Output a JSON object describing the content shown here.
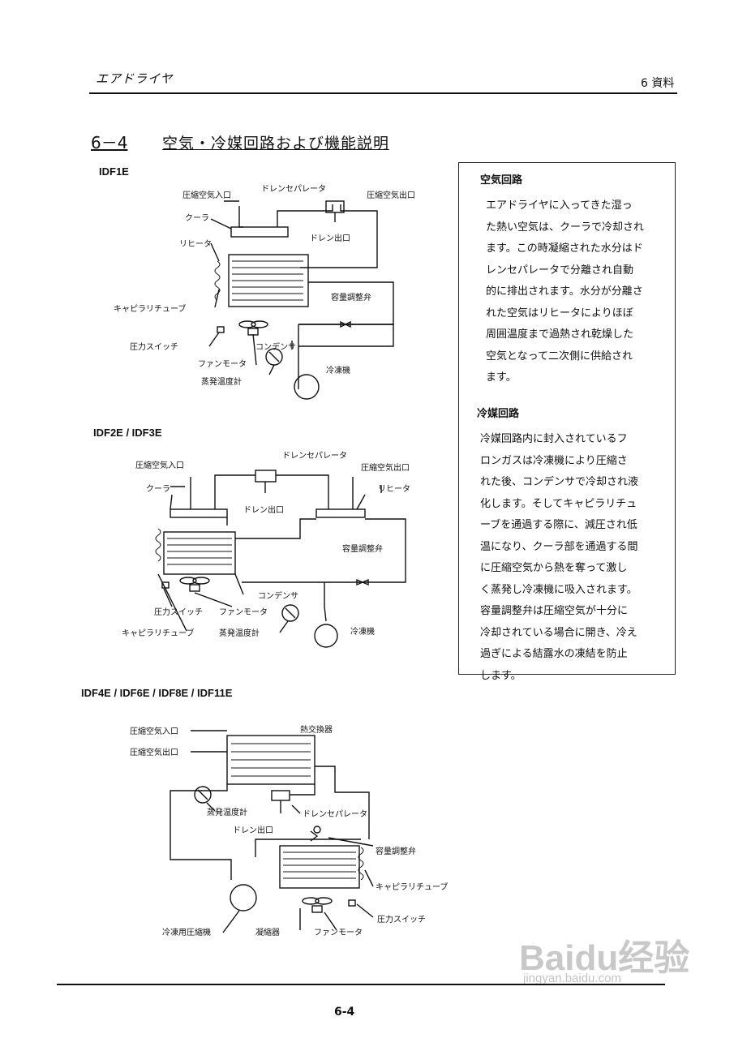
{
  "header": {
    "left_title": "エアドライヤ",
    "right_section": "6 資料"
  },
  "section": {
    "number": "6－4",
    "title": "空気・冷媒回路および機能説明"
  },
  "figure1": {
    "model": "IDF1E",
    "labels": {
      "air_in": "圧縮空気入口",
      "drain_sep": "ドレンセパレータ",
      "air_out": "圧縮空気出口",
      "cooler": "クーラ",
      "drain_out": "ドレン出口",
      "reheater": "リヒータ",
      "valve": "容量調整弁",
      "capillary": "キャピラリチューブ",
      "pressure_sw": "圧力スイッチ",
      "condenser": "コンデンサ",
      "fan_motor": "ファンモータ",
      "compressor": "冷凍機",
      "evap_gauge": "蒸発温度計"
    }
  },
  "figure2": {
    "model": "IDF2E / IDF3E",
    "labels": {
      "drain_sep": "ドレンセパレータ",
      "air_in": "圧縮空気入口",
      "air_out": "圧縮空気出口",
      "cooler": "クーラ",
      "reheater": "リヒータ",
      "drain_out": "ドレン出口",
      "valve": "容量調整弁",
      "condenser": "コンデンサ",
      "pressure_sw": "圧力スイッチ",
      "fan_motor": "ファンモータ",
      "capillary": "キャピラリチューブ",
      "evap_gauge": "蒸発温度計",
      "compressor": "冷凍機"
    }
  },
  "figure3": {
    "model": "IDF4E / IDF6E / IDF8E / IDF11E",
    "labels": {
      "air_in": "圧縮空気入口",
      "air_out": "圧縮空気出口",
      "heat_exchanger": "熱交換器",
      "evap_gauge": "蒸発温度計",
      "drain_sep": "ドレンセパレータ",
      "drain_out": "ドレン出口",
      "valve": "容量調整弁",
      "capillary": "キャピラリチューブ",
      "pressure_sw": "圧力スイッチ",
      "compressor": "冷凍用圧縮機",
      "condenser": "凝縮器",
      "fan_motor": "ファンモータ"
    }
  },
  "sidebar": {
    "air_heading": "空気回路",
    "air_text": "エアドライヤに入ってきた湿っ\nた熱い空気は、クーラで冷却され\nます。この時凝縮された水分はド\nレンセパレータで分離され自動\n的に排出されます。水分が分離さ\nれた空気はリヒータによりほぼ\n周囲温度まで過熱され乾燥した\n空気となって二次側に供給され\nます。",
    "ref_heading": "冷媒回路",
    "ref_text": "冷媒回路内に封入されているフ\nロンガスは冷凍機により圧縮さ\nれた後、コンデンサで冷却され液\n化します。そしてキャピラリチュ\nーブを通過する際に、減圧され低\n温になり、クーラ部を通過する間\nに圧縮空気から熱を奪って激し\nく蒸発し冷凍機に吸入されます。\n容量調整弁は圧縮空気が十分に\n冷却されている場合に開き、冷え\n過ぎによる結露水の凍結を防止\nします。"
  },
  "footer": {
    "page": "6-4"
  },
  "watermark": {
    "logo": "Baidu经验",
    "url": "jingyan.baidu.com"
  }
}
